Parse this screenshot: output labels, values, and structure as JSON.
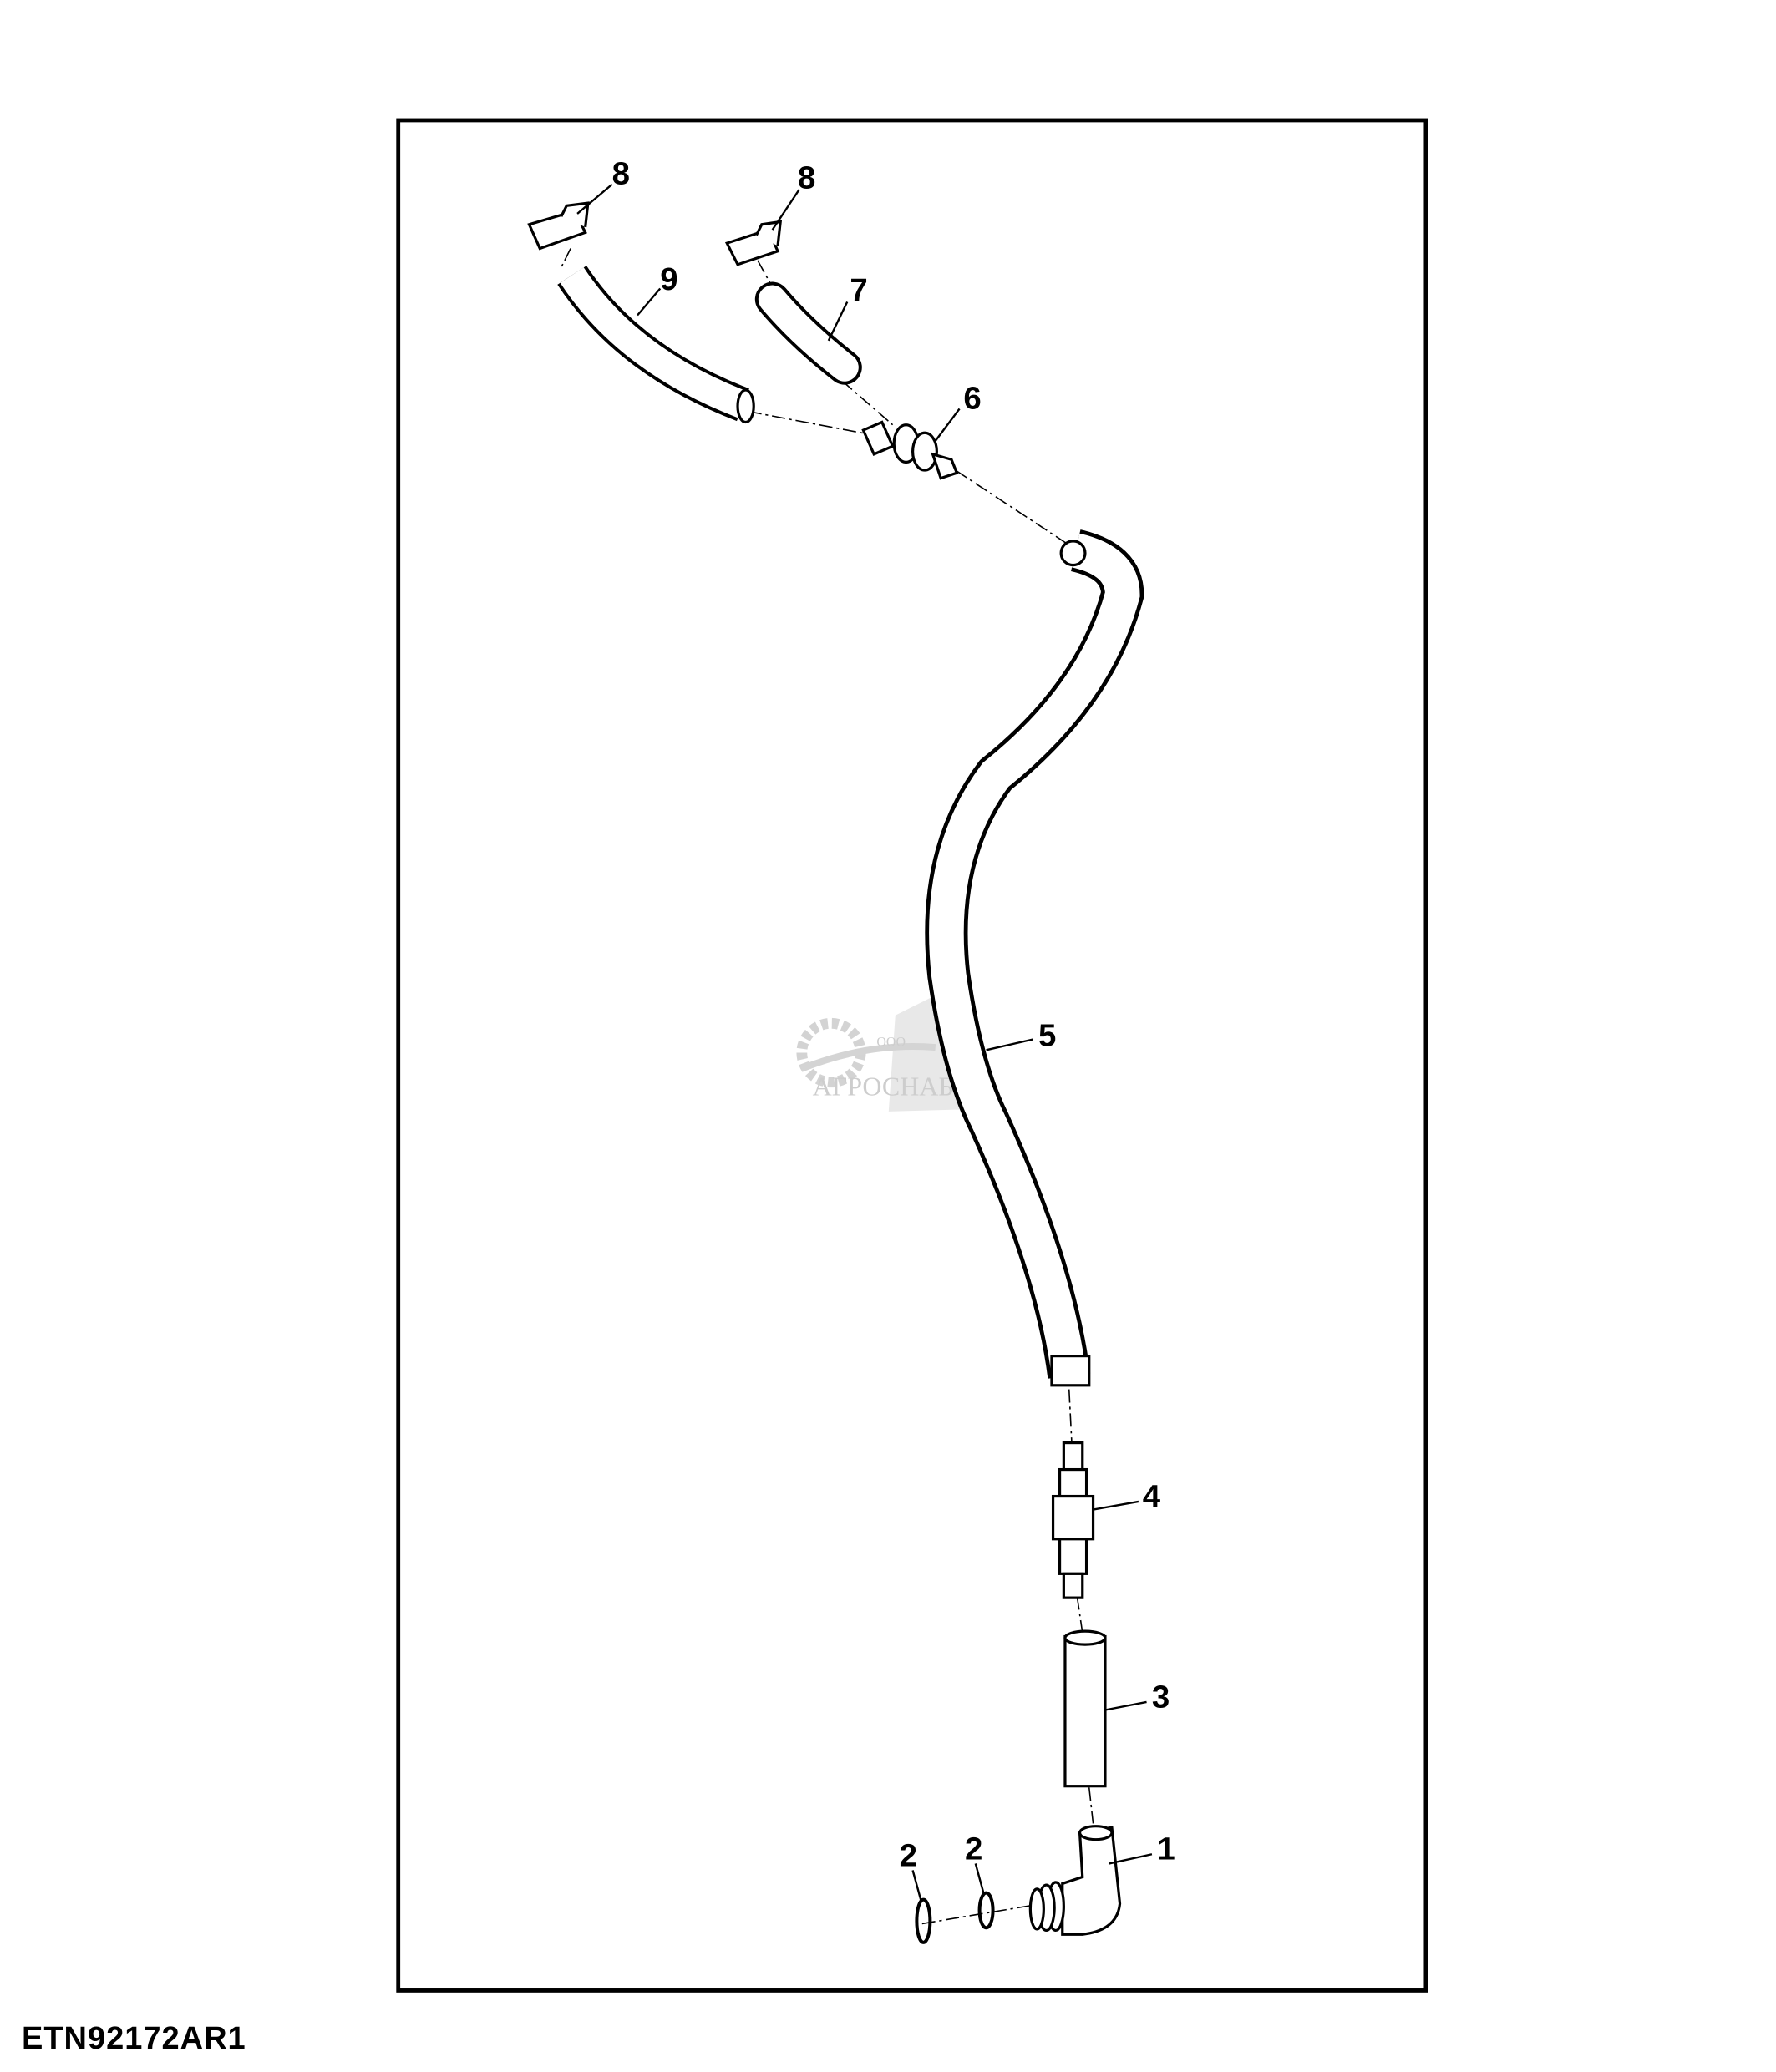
{
  "figure_id": "ETN92172AR1",
  "watermark": {
    "prefix": "ООО",
    "name": "АГРОСНАБ"
  },
  "callouts": {
    "c1": "1",
    "c2a": "2",
    "c2b": "2",
    "c3": "3",
    "c4": "4",
    "c5": "5",
    "c6": "6",
    "c7": "7",
    "c8a": "8",
    "c8b": "8",
    "c9": "9"
  }
}
